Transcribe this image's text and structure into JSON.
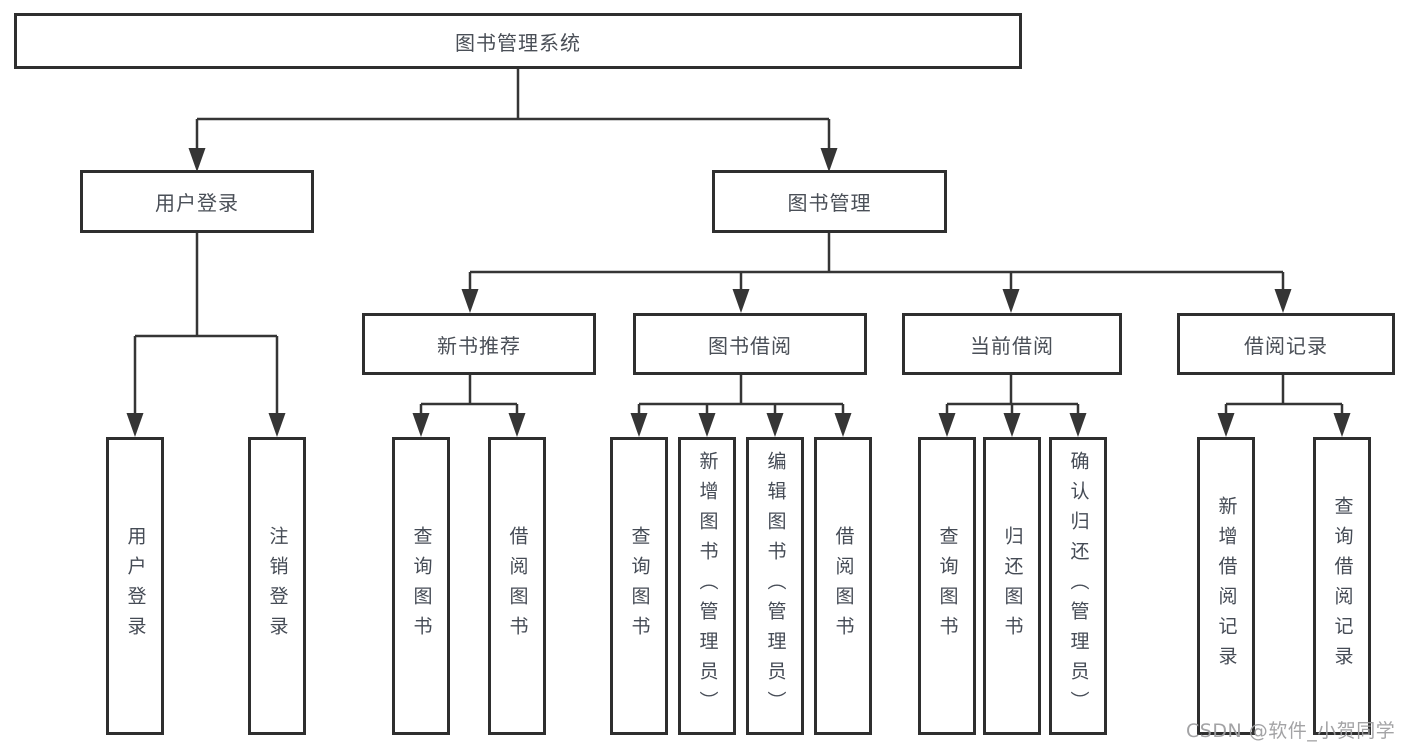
{
  "diagram": {
    "title": "图书管理系统",
    "level2": {
      "user_login": "用户登录",
      "book_management": "图书管理"
    },
    "level3": {
      "new_book_recommend": "新书推荐",
      "book_borrow": "图书借阅",
      "current_borrow": "当前借阅",
      "borrow_record": "借阅记录"
    },
    "leaves": {
      "user_login": [
        "用户登录",
        "注销登录"
      ],
      "new_book_recommend": [
        "查询图书",
        "借阅图书"
      ],
      "book_borrow": [
        "查询图书",
        "新增图书（管理员）",
        "编辑图书（管理员）",
        "借阅图书"
      ],
      "current_borrow": [
        "查询图书",
        "归还图书",
        "确认归还（管理员）"
      ],
      "borrow_record": [
        "新增借阅记录",
        "查询借阅记录"
      ]
    },
    "watermark": "CSDN @软件_小贺同学",
    "colors": {
      "line": "#353535",
      "border": "#2f2f2f",
      "text": "#4a4f57",
      "background": "#ffffff",
      "watermark": "#9e9ea0"
    }
  }
}
